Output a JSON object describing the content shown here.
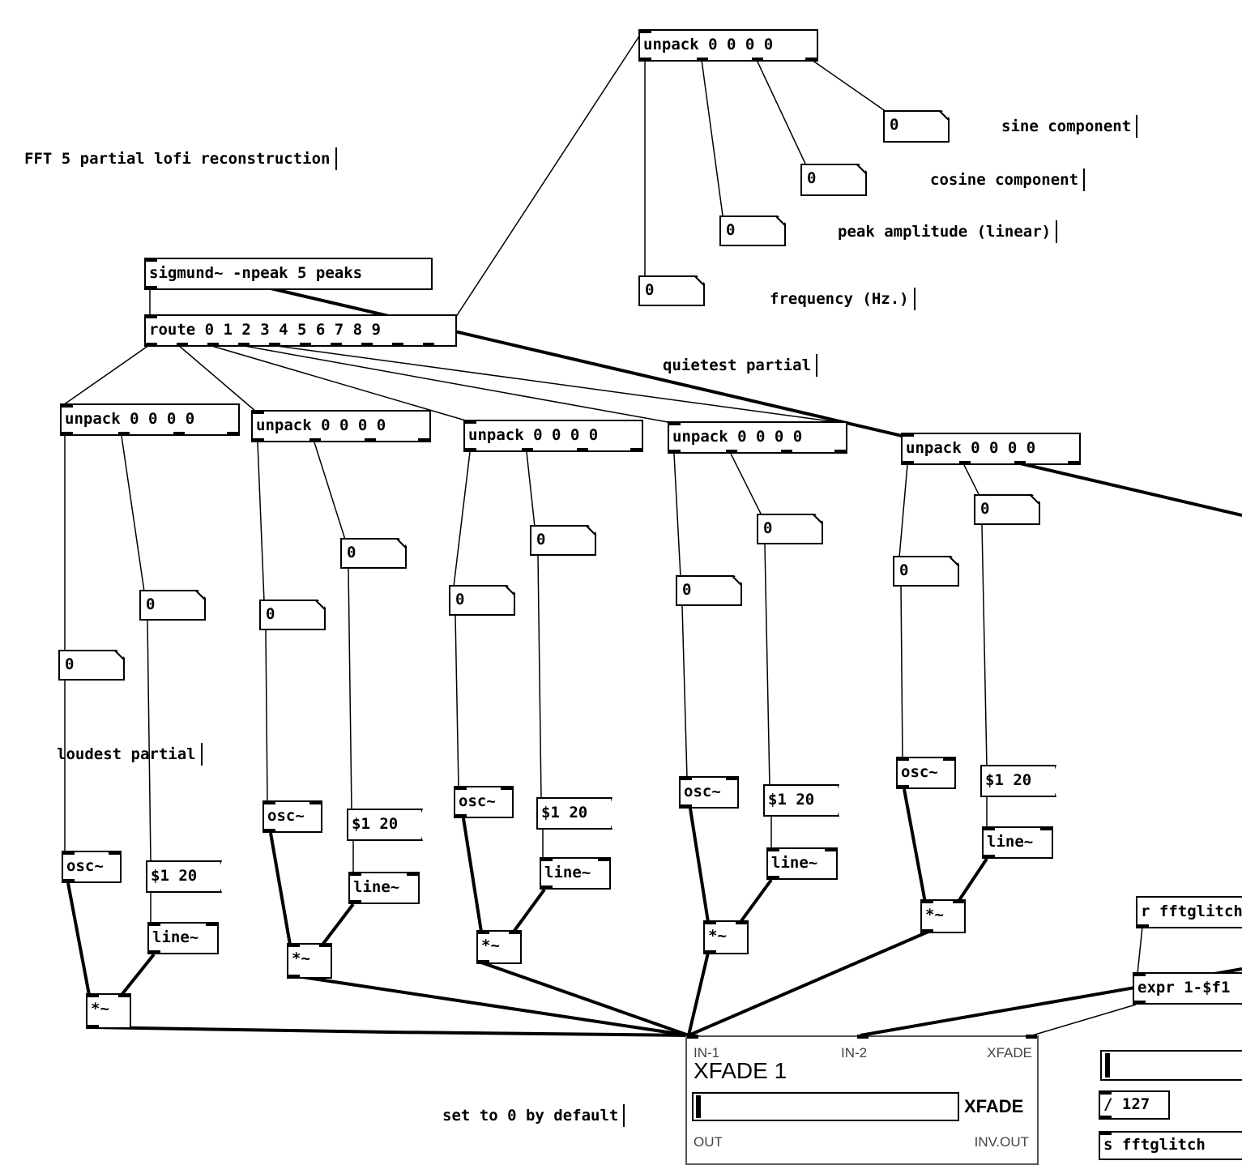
{
  "patch": {
    "comments": {
      "title": "FFT 5 partial lofi reconstruction",
      "sine": "sine component",
      "cosine": "cosine component",
      "peak": "peak amplitude (linear)",
      "frequency": "frequency (Hz.)",
      "quietest": "quietest partial",
      "loudest": "loudest partial",
      "default": "set to 0 by default"
    },
    "objects": {
      "unpack": "unpack 0 0 0 0",
      "sigmund": "sigmund~ -npeak 5 peaks",
      "route": "route 0 1 2 3 4 5 6 7 8 9",
      "osc": "osc~",
      "mul": "*~",
      "line": "line~",
      "msg": "$1 20",
      "receive": "r fftglitch",
      "expr": "expr 1-$f1",
      "div": "/ 127",
      "send": "s fftglitch"
    },
    "number_value": "0",
    "xfade": {
      "in1": "IN-1",
      "in2": "IN-2",
      "xfade_label": "XFADE",
      "title": "XFADE 1",
      "slider_label": "XFADE",
      "out": "OUT",
      "inv_out": "INV.OUT",
      "slider_value": 0
    }
  }
}
